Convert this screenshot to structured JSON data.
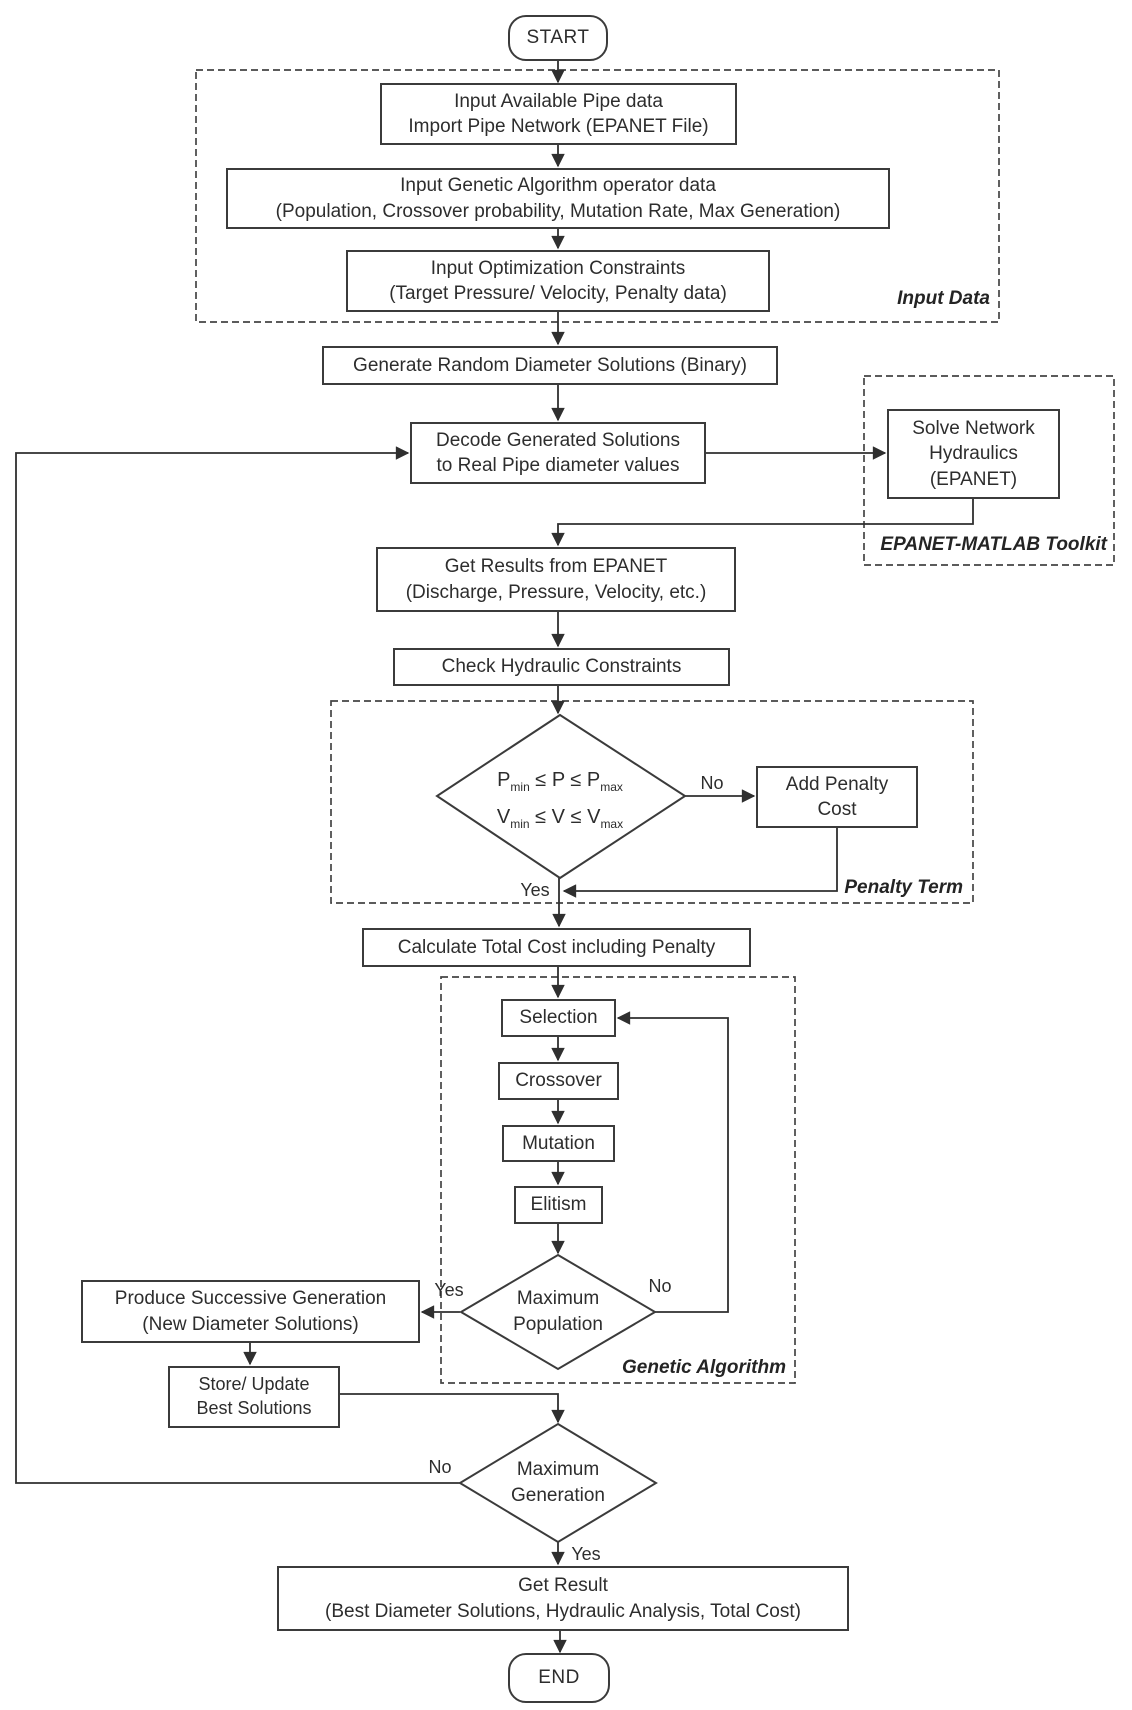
{
  "colors": {
    "background": "#ffffff",
    "ink": "#2d2d2d",
    "line": "#3b3b3b"
  },
  "terminals": {
    "start": "START",
    "end": "END"
  },
  "groups": {
    "input_data": "Input Data",
    "epanet_toolkit": "EPANET-MATLAB Toolkit",
    "penalty_term": "Penalty Term",
    "genetic_algorithm": "Genetic Algorithm"
  },
  "nodes": {
    "input_pipe": [
      "Input Available Pipe data",
      "Import Pipe Network (EPANET File)"
    ],
    "input_ga": [
      "Input Genetic Algorithm operator data",
      "(Population, Crossover probability, Mutation Rate, Max Generation)"
    ],
    "input_constraints": [
      "Input Optimization Constraints",
      "(Target Pressure/ Velocity, Penalty data)"
    ],
    "generate": [
      "Generate Random Diameter Solutions (Binary)"
    ],
    "decode": [
      "Decode Generated Solutions",
      "to Real Pipe diameter values"
    ],
    "solve": [
      "Solve Network",
      "Hydraulics",
      "(EPANET)"
    ],
    "get_results": [
      "Get Results from EPANET",
      "(Discharge, Pressure, Velocity, etc.)"
    ],
    "check": [
      "Check Hydraulic Constraints"
    ],
    "add_penalty": [
      "Add Penalty",
      "Cost"
    ],
    "calculate": [
      "Calculate Total Cost including Penalty"
    ],
    "selection": [
      "Selection"
    ],
    "crossover": [
      "Crossover"
    ],
    "mutation": [
      "Mutation"
    ],
    "elitism": [
      "Elitism"
    ],
    "produce": [
      "Produce Successive Generation",
      "(New Diameter Solutions)"
    ],
    "store": [
      "Store/ Update",
      "Best Solutions"
    ],
    "get_result": [
      "Get Result",
      "(Best Diameter Solutions, Hydraulic Analysis, Total Cost)"
    ]
  },
  "decisions": {
    "constraints": [
      "P~min~ ≤ P ≤ P~max~",
      "V~min~ ≤ V ≤ V~max~"
    ],
    "max_population": [
      "Maximum",
      "Population"
    ],
    "max_generation": [
      "Maximum",
      "Generation"
    ]
  },
  "edge_labels": {
    "constraints_no": "No",
    "constraints_yes": "Yes",
    "max_population_no": "No",
    "max_population_yes": "Yes",
    "max_generation_no": "No",
    "max_generation_yes": "Yes"
  }
}
